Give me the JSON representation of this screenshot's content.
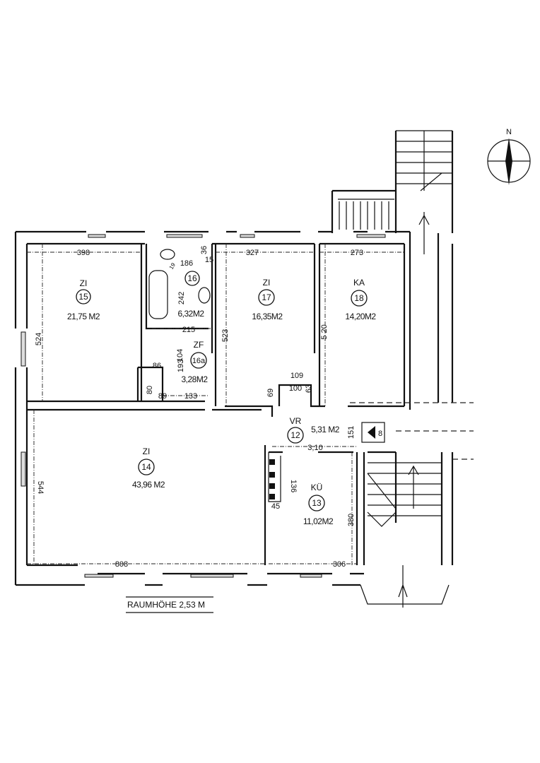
{
  "plan": {
    "ceiling_height": "RAUMHÖHE   2,53 M",
    "compass_label": "N",
    "entrance_number": "8",
    "rooms": [
      {
        "type": "ZI",
        "number": "15",
        "area": "21,75 M2"
      },
      {
        "type": "",
        "number": "16",
        "area": "6,32M2"
      },
      {
        "type": "ZF",
        "number": "16a",
        "area": "3,28M2"
      },
      {
        "type": "ZI",
        "number": "17",
        "area": "16,35M2"
      },
      {
        "type": "KA",
        "number": "18",
        "area": "14,20M2"
      },
      {
        "type": "VR",
        "number": "12",
        "area": "5,31 M2"
      },
      {
        "type": "ZI",
        "number": "14",
        "area": "43,96 M2"
      },
      {
        "type": "KÜ",
        "number": "13",
        "area": "11,02M2"
      }
    ],
    "dimensions": {
      "d398": "398",
      "d524": "524",
      "d186": "186",
      "d36": "36",
      "d15": "15",
      "d19": "19",
      "d242": "242",
      "d215": "215",
      "d104": "104",
      "d193": "193",
      "d86": "86",
      "d80": "80",
      "d89": "89",
      "d133": "133",
      "d327": "327",
      "d523": "523",
      "d273": "273",
      "d520": "5 20",
      "d109": "109",
      "d100": "100",
      "d69": "69",
      "d63": "63",
      "d151": "151",
      "d310": "3,10",
      "d136": "136",
      "d45": "45",
      "d380": "380",
      "d544": "544",
      "d808": "808",
      "d306": "306"
    }
  }
}
